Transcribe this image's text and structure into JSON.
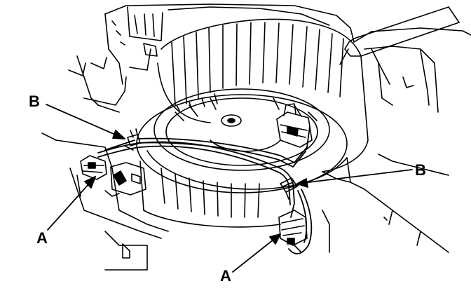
{
  "callouts": {
    "b_left": "B",
    "b_right": "B",
    "a_left": "A",
    "a_right": "A"
  },
  "colors": {
    "ink": "#000000",
    "paper": "#ffffff"
  }
}
